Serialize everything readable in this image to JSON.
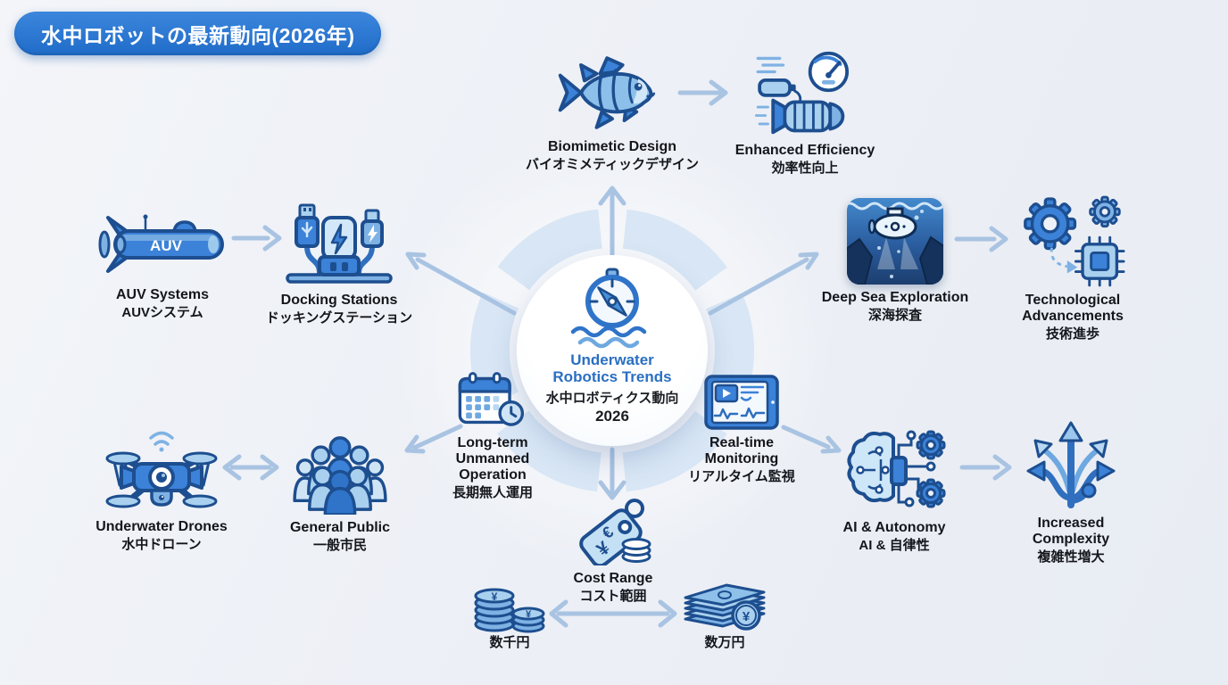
{
  "title": "水中ロボットの最新動向(2026年)",
  "center": {
    "en": "Underwater Robotics Trends",
    "ja": "水中ロボティクス動向",
    "year": "2026"
  },
  "nodes": {
    "biomimetic": {
      "en": "Biomimetic Design",
      "ja": "バイオミメティックデザイン"
    },
    "efficiency": {
      "en": "Enhanced Efficiency",
      "ja": "効率性向上"
    },
    "auv": {
      "en": "AUV Systems",
      "ja": "AUVシステム",
      "badge": "AUV"
    },
    "docking": {
      "en": "Docking Stations",
      "ja": "ドッキングステーション"
    },
    "deepsea": {
      "en": "Deep Sea Exploration",
      "ja": "深海探査"
    },
    "tech": {
      "en": "Technological Advancements",
      "ja": "技術進歩"
    },
    "longterm": {
      "en": "Long-term Unmanned Operation",
      "ja": "長期無人運用"
    },
    "realtime": {
      "en": "Real-time Monitoring",
      "ja": "リアルタイム監視"
    },
    "drones": {
      "en": "Underwater Drones",
      "ja": "水中ドローン"
    },
    "public": {
      "en": "General Public",
      "ja": "一般市民"
    },
    "ai": {
      "en": "AI & Autonomy",
      "ja": "AI & 自律性"
    },
    "complexity": {
      "en": "Increased Complexity",
      "ja": "複雑性増大"
    },
    "cost": {
      "en": "Cost Range",
      "ja": "コスト範囲"
    },
    "cost_low": {
      "ja": "数千円"
    },
    "cost_high": {
      "ja": "数万円"
    }
  },
  "glyphs": {
    "yen": "¥",
    "euro": "€"
  },
  "colors": {
    "banner": "#2273cf",
    "arrow": "#a9c3e2",
    "ring": "#d8e6f5",
    "outline": "#1d4e8f",
    "accent": "#3b82d8",
    "accent_light": "#a9d0ee",
    "center_text": "#2a6fc2",
    "deepsea_top": "#4389cc",
    "deepsea_bottom": "#1c3e6e"
  }
}
